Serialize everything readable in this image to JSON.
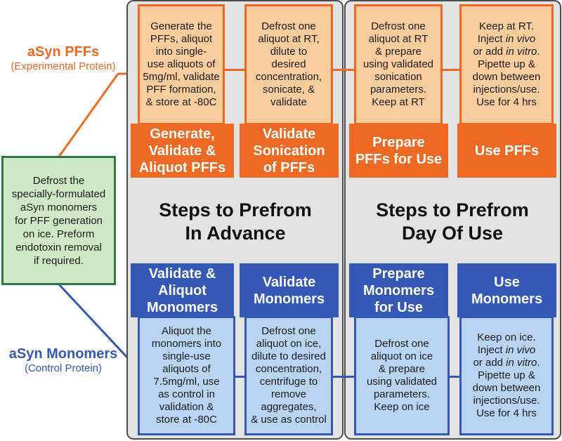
{
  "left": {
    "pff_title": "aSyn PFFs",
    "pff_subtitle": "(Experimental Protein)",
    "monomer_title": "aSyn Monomers",
    "monomer_subtitle": "(Control Protein)",
    "start_box_text": "Defrost the\nspecially-formulated\naSyn monomers\nfor PFF generation\non ice. Preform\nendotoxin removal\nif required."
  },
  "panels": {
    "advance_heading": "Steps to Prefrom\nIn Advance",
    "day_heading": "Steps to Prefrom\nDay Of Use"
  },
  "pff_steps": [
    {
      "header": "Generate,\nValidate &\nAliquot PFFs",
      "body": "Generate the\nPFFs, aliquot\ninto single-\nuse aliquots of\n5mg/ml, validate\nPFF formation,\n& store at -80C"
    },
    {
      "header": "Validate\nSonication\nof PFFs",
      "body": "Defrost one\naliquot at RT,\ndilute to\ndesired\nconcentration,\nsonicate, &\nvalidate"
    },
    {
      "header": "Prepare\nPFFs for Use",
      "body": "Defrost one\naliquot at RT\n& prepare\nusing validated\nsonication\nparameters.\nKeep at RT"
    },
    {
      "header": "Use PFFs",
      "body_line1": "Keep at RT.",
      "body_inject": "Inject ",
      "body_invivo": "in vivo",
      "body_oradd": "or add ",
      "body_invitro": "in vitro",
      "body_dot": ".",
      "body_rest": "Pipette up &\ndown between\ninjections/use.\nUse for 4 hrs"
    }
  ],
  "monomer_steps": [
    {
      "header": "Validate &\nAliquot\nMonomers",
      "body": "Aliquot the\nmonomers into\nsingle-use\naliquots of\n7.5mg/ml, use\nas control in\nvalidation &\nstore at -80C"
    },
    {
      "header": "Validate\nMonomers",
      "body": "Defrost one\naliquot on ice,\ndilute to desired\nconcentration,\ncentrifuge to\nremove\naggregates,\n& use as control"
    },
    {
      "header": "Prepare\nMonomers\nfor Use",
      "body": "Defrost one\naliquot on ice\n& prepare\nusing validated\nparameters.\nKeep on ice"
    },
    {
      "header": "Use\nMonomers",
      "body_line1": "Keep on ice.",
      "body_inject": "Inject ",
      "body_invivo": "in vivo",
      "body_oradd": "or add ",
      "body_invitro": "in vitro",
      "body_dot": ".",
      "body_rest": "Pipette up &\ndown between\ninjections/use.\nUse for 4 hrs"
    }
  ],
  "colors": {
    "orange": "#ee6a24",
    "orange_fill": "#fbcd9c",
    "blue": "#3358b5",
    "blue_fill": "#b9d4f1",
    "green": "#2f7a3f",
    "green_fill": "#cfe9c6",
    "panel": "#e3e3e3"
  }
}
